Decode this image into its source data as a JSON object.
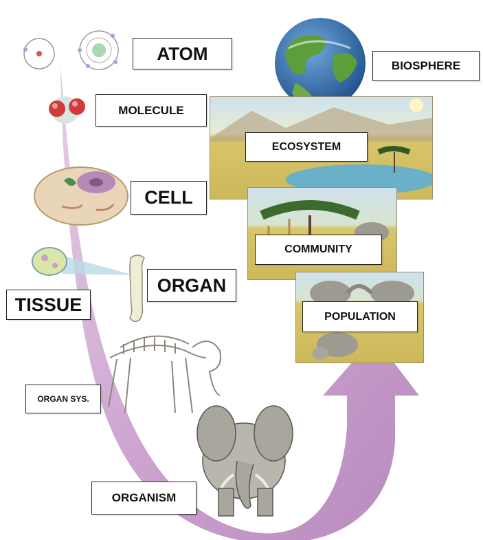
{
  "labels": {
    "atom": "ATOM",
    "molecule": "MOLECULE",
    "cell": "CELL",
    "tissue": "TISSUE",
    "organ": "ORGAN",
    "organ_system": "ORGAN SYS.",
    "organism": "ORGANISM",
    "population": "POPULATION",
    "community": "COMMUNITY",
    "ecosystem": "ECOSYSTEM",
    "biosphere": "BIOSPHERE"
  },
  "colors": {
    "arrow": "#c9a3cc",
    "arrow_dark": "#a777ad",
    "savanna_sky": "#cfe1ec",
    "savanna_ground": "#d9c66a",
    "ocean": "#2f6fb3",
    "land": "#4f9a3e"
  },
  "icons": [
    "atom-icon",
    "molecule-icon",
    "cell-icon",
    "tissue-icon",
    "bone-icon",
    "skeleton-icon",
    "elephant-icon",
    "earth-icon"
  ]
}
